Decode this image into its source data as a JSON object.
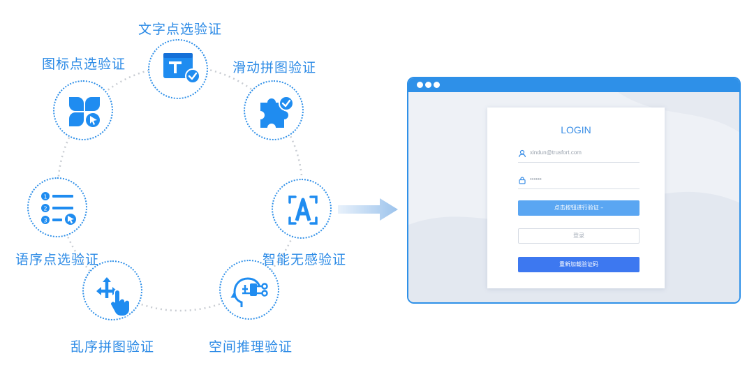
{
  "methods": {
    "text_click": "文字点选验证",
    "icon_click": "图标点选验证",
    "slide_puzzle": "滑动拼图验证",
    "word_order": "语序点选验证",
    "smart": "智能无感验证",
    "shuffle_puzzle": "乱序拼图验证",
    "spatial": "空间推理验证"
  },
  "login": {
    "title": "LOGIN",
    "username": "xindun@trusfort.com",
    "password": "••••••",
    "verify_button": "点击按钮进行验证 –",
    "login_button": "登录",
    "reload_button": "重新加载验证码"
  },
  "colors": {
    "accent": "#2e90e8",
    "label": "#2d8be6",
    "primary_button": "#3d78f0",
    "verify_button": "#5aa6f2"
  },
  "icons": {
    "text_click": "text-select-icon",
    "icon_click": "icon-select-icon",
    "slide_puzzle": "puzzle-piece-icon",
    "word_order": "ordered-list-icon",
    "smart": "ai-letter-icon",
    "shuffle_puzzle": "touch-move-icon",
    "spatial": "brain-circuit-icon"
  }
}
